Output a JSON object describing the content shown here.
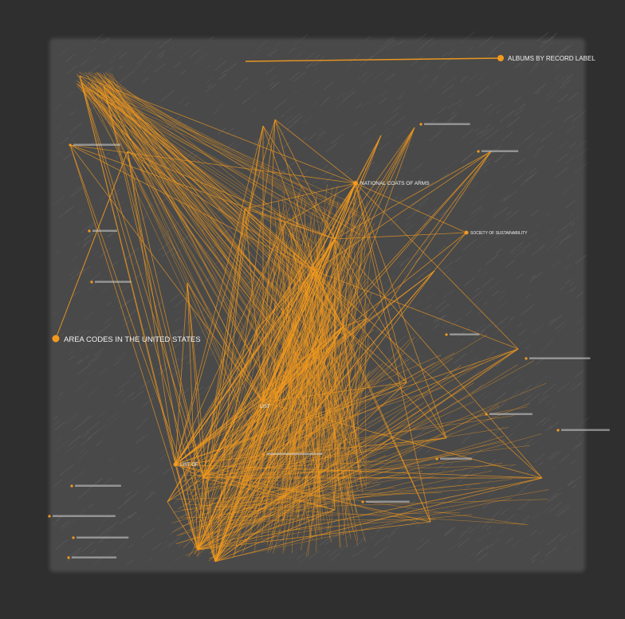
{
  "colors": {
    "background": "#2f2f2f",
    "panel": "#4a4a4a",
    "edge": "#f39a1e",
    "label": "#f2f2f2"
  },
  "labels": {
    "albums": "ALBUMS BY RECORD LABEL",
    "area_codes": "AREA CODES IN THE UNITED STATES",
    "national_coats": "NATIONAL COATS OF ARMS",
    "society_sustainability": "SOCIETY OF SUSTAINABILITY",
    "hub_center": "LIST",
    "hub_lower": "LIST OF"
  }
}
